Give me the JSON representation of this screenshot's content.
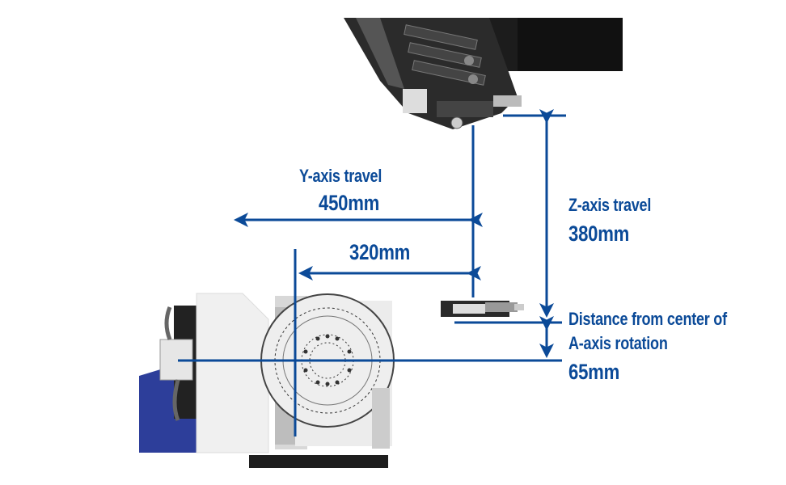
{
  "colors": {
    "accent": "#0b4a98",
    "spindle": "#2a2a2a",
    "fixture_blue": "#2d3e9a"
  },
  "y_axis": {
    "title": "Y-axis travel",
    "value": "450mm",
    "inner_value": "320mm"
  },
  "z_axis": {
    "title": "Z-axis travel",
    "value": "380mm"
  },
  "a_axis_offset": {
    "line1": "Distance from center of",
    "line2": "A-axis rotation",
    "value": "65mm"
  }
}
